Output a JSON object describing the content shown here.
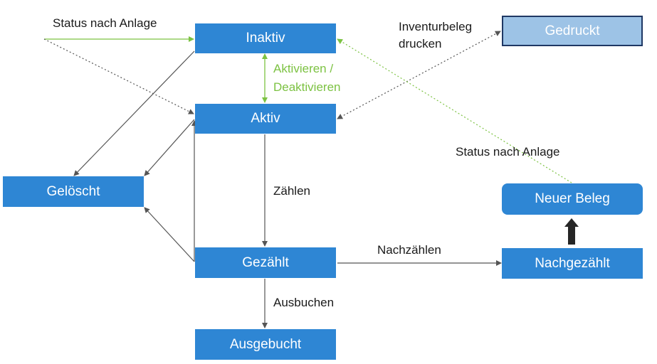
{
  "diagram": {
    "nodes": {
      "inaktiv": "Inaktiv",
      "aktiv": "Aktiv",
      "geloescht": "Gelöscht",
      "gezaehlt": "Gezählt",
      "ausgebucht": "Ausgebucht",
      "gedruckt": "Gedruckt",
      "neuer_beleg": "Neuer Beleg",
      "nachgezaehlt": "Nachgezählt"
    },
    "labels": {
      "status_nach_anlage_top": "Status nach Anlage",
      "inventurbeleg_line1": "Inventurbeleg",
      "inventurbeleg_line2": "drucken",
      "aktivieren_line1": "Aktivieren /",
      "aktivieren_line2": "Deaktivieren",
      "status_nach_anlage_right": "Status nach Anlage",
      "zaehlen": "Zählen",
      "nachzaehlen": "Nachzählen",
      "ausbuchen": "Ausbuchen"
    },
    "colors": {
      "node_fill": "#2e86d4",
      "node_text": "#ffffff",
      "printed_fill": "#9dc3e6",
      "printed_border": "#1f3864",
      "green_accent": "#7cc242",
      "edge_gray": "#555555",
      "block_arrow": "#262626"
    }
  }
}
